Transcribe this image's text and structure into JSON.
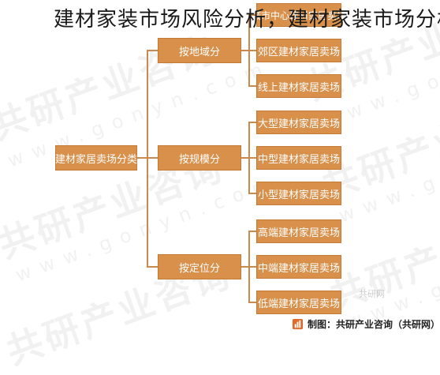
{
  "title": "建材家装市场风险分析，建材家装市场分析",
  "root": {
    "label": "建材家居卖场分类"
  },
  "branches": [
    {
      "label": "按地域分",
      "children": [
        "城市中心建材家居卖场",
        "郊区建材家居卖场",
        "线上建材家居卖场"
      ]
    },
    {
      "label": "按规模分",
      "children": [
        "大型建材家居卖场",
        "中型建材家居卖场",
        "小型建材家居卖场"
      ]
    },
    {
      "label": "按定位分",
      "children": [
        "高端建材家居卖场",
        "中端建材家居卖场",
        "低端建材家居卖场"
      ]
    }
  ],
  "footer": {
    "text": "制图：共研产业咨询（共研网）"
  },
  "watermark": {
    "brand": "共研产业咨询",
    "url": "www.gonyn.com"
  },
  "side_mark": "共研网",
  "colors": {
    "box": "#d8904a",
    "line": "#c98a4e",
    "footer_logo": "#e06a2c"
  },
  "icons": {
    "footer_logo": "chart-logo-icon"
  }
}
